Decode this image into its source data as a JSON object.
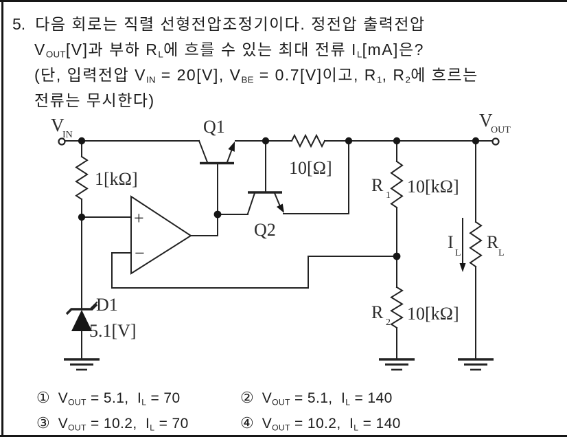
{
  "question": {
    "number": "5.",
    "lines": [
      [
        {
          "t": "다음 회로는 직렬 선형전압조정기이다. 정전압 출력전압"
        }
      ],
      [
        {
          "t": "V"
        },
        {
          "t": "OUT",
          "sub": true
        },
        {
          "t": "[V]과 부하 R"
        },
        {
          "t": "L",
          "sub": true
        },
        {
          "t": "에 흐를 수 있는 최대 전류 I"
        },
        {
          "t": "L",
          "sub": true
        },
        {
          "t": "[mA]은?"
        }
      ],
      [
        {
          "t": "(단, 입력전압 V"
        },
        {
          "t": "IN",
          "sub": true
        },
        {
          "t": " = 20[V], V"
        },
        {
          "t": "BE",
          "sub": true
        },
        {
          "t": " = 0.7[V]이고, R"
        },
        {
          "t": "1",
          "sub": true
        },
        {
          "t": ", R"
        },
        {
          "t": "2",
          "sub": true
        },
        {
          "t": "에 흐르는"
        }
      ],
      [
        {
          "t": "전류는 무시한다)"
        }
      ]
    ]
  },
  "circuit": {
    "vin": {
      "main": "V",
      "sub": "IN"
    },
    "vout": {
      "main": "V",
      "sub": "OUT"
    },
    "q1": "Q1",
    "q2": "Q2",
    "r_series": "1[kΩ]",
    "r_sense": "10[Ω]",
    "r1": {
      "main": "R",
      "sub": "1",
      "value": "10[kΩ]"
    },
    "r2": {
      "main": "R",
      "sub": "2",
      "value": "10[kΩ]"
    },
    "rl": {
      "main": "R",
      "sub": "L"
    },
    "il": {
      "main": "I",
      "sub": "L"
    },
    "d1": {
      "name": "D1",
      "value": "5.1[V]"
    },
    "opamp": {
      "plus": "+",
      "minus": "−"
    },
    "ink": "#222222"
  },
  "options": [
    {
      "num": "①",
      "segments": [
        {
          "t": "V"
        },
        {
          "t": "OUT",
          "sub": true
        },
        {
          "t": " = 5.1,  I"
        },
        {
          "t": "L",
          "sub": true
        },
        {
          "t": " = 70"
        }
      ]
    },
    {
      "num": "②",
      "segments": [
        {
          "t": "V"
        },
        {
          "t": "OUT",
          "sub": true
        },
        {
          "t": " = 5.1,  I"
        },
        {
          "t": "L",
          "sub": true
        },
        {
          "t": " = 140"
        }
      ]
    },
    {
      "num": "③",
      "segments": [
        {
          "t": "V"
        },
        {
          "t": "OUT",
          "sub": true
        },
        {
          "t": " = 10.2,  I"
        },
        {
          "t": "L",
          "sub": true
        },
        {
          "t": " = 70"
        }
      ]
    },
    {
      "num": "④",
      "segments": [
        {
          "t": "V"
        },
        {
          "t": "OUT",
          "sub": true
        },
        {
          "t": " = 10.2,  I"
        },
        {
          "t": "L",
          "sub": true
        },
        {
          "t": " = 140"
        }
      ]
    }
  ]
}
